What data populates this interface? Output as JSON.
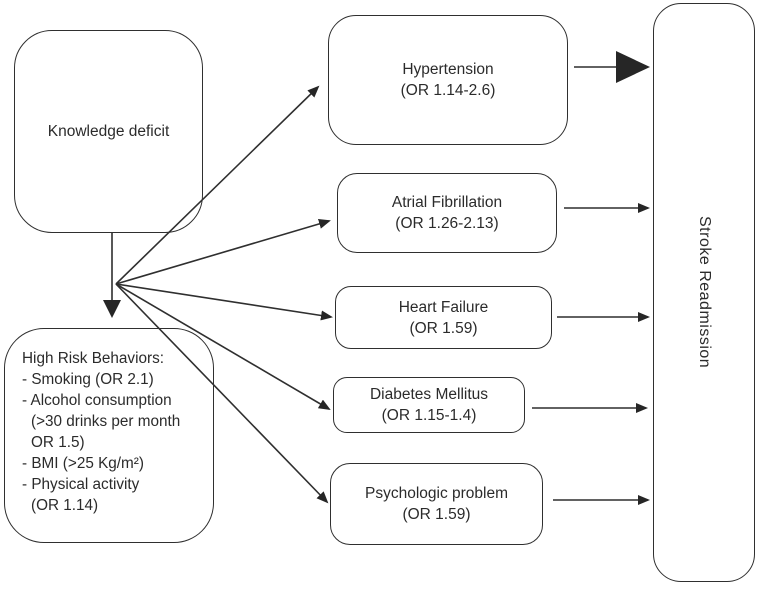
{
  "left": {
    "knowledge_deficit_label": "Knowledge deficit",
    "high_risk_lines": [
      "High Risk Behaviors:",
      "- Smoking (OR 2.1)",
      "- Alcohol consumption",
      "(>30 drinks per month",
      "OR 1.5)",
      "- BMI (>25 Kg/m²)",
      "- Physical activity",
      "(OR 1.14)"
    ]
  },
  "comorbidities": [
    {
      "name": "Hypertension",
      "or": "(OR 1.14-2.6)"
    },
    {
      "name": "Atrial Fibrillation",
      "or": "(OR 1.26-2.13)"
    },
    {
      "name": "Heart Failure",
      "or": "(OR 1.59)"
    },
    {
      "name": "Diabetes Mellitus",
      "or": "(OR 1.15-1.4)"
    },
    {
      "name": "Psychologic problem",
      "or": "(OR 1.59)"
    }
  ],
  "outcome_label": "Stroke Readmission",
  "colors": {
    "line": "#2f2f2f",
    "arrowhead": "#262626",
    "text": "#2b2b2b",
    "box_background": "#ffffff"
  }
}
